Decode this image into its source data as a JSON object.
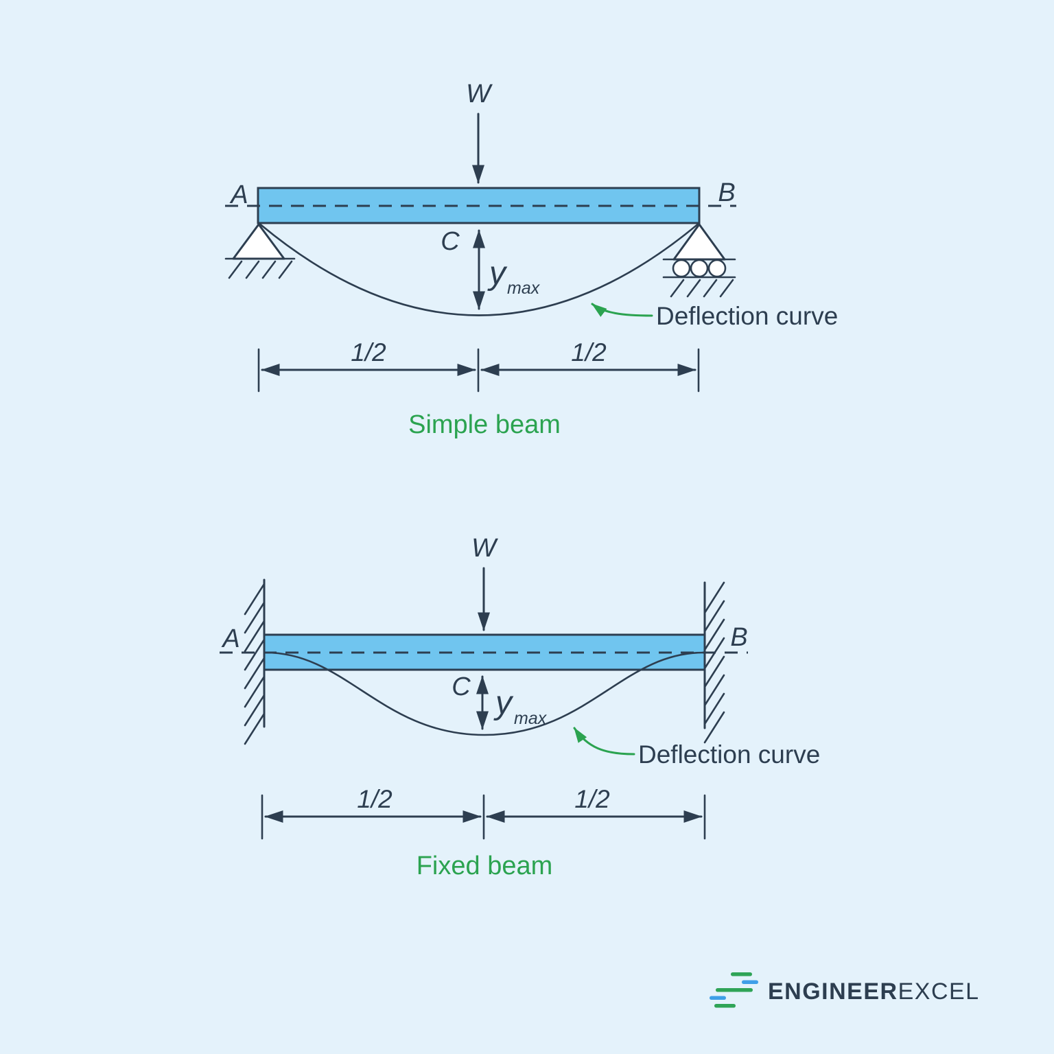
{
  "colors": {
    "ink": "#2d3e50",
    "beam_fill": "#70c5ef",
    "accent_green": "#2ba350",
    "logo_green": "#2fa457",
    "logo_blue": "#3f9fe8",
    "background": "#e4f2fb",
    "support_fill": "#ffffff"
  },
  "simple_beam": {
    "load_label": "W",
    "end_left": "A",
    "end_right": "B",
    "center_point": "C",
    "deflection_var": "y",
    "deflection_sub": "max",
    "leader_label": "Deflection curve",
    "dim_left": "1/2",
    "dim_right": "1/2",
    "caption": "Simple beam"
  },
  "fixed_beam": {
    "load_label": "W",
    "end_left": "A",
    "end_right": "B",
    "center_point": "C",
    "deflection_var": "y",
    "deflection_sub": "max",
    "leader_label": "Deflection curve",
    "dim_left": "1/2",
    "dim_right": "1/2",
    "caption": "Fixed beam"
  },
  "logo": {
    "brand_bold": "ENGINEER",
    "brand_light": "EXCEL"
  }
}
